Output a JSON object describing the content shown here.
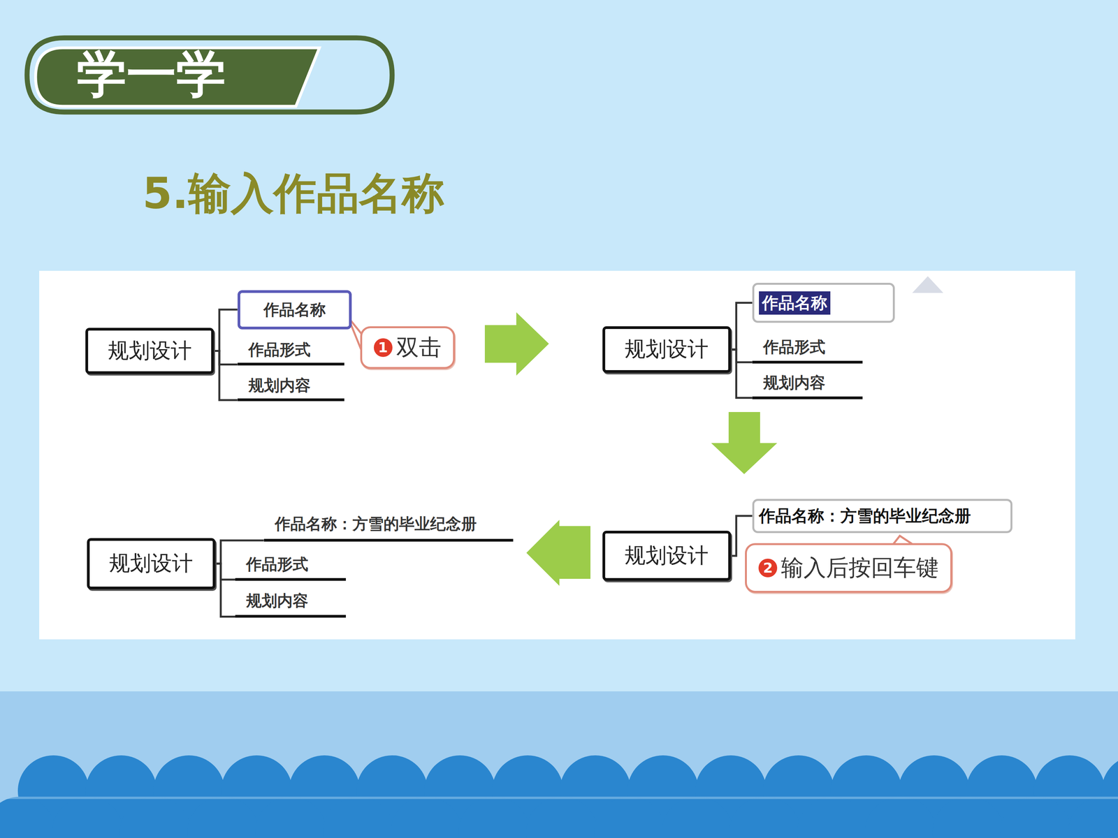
{
  "diagram": {
    "title": "5.输入作品名称",
    "nodes": [
      {
        "text": [
          "学一学"
        ]
      },
      {
        "text": [
          "规划设计"
        ]
      },
      {
        "text": [
          "作品名称"
        ]
      },
      {
        "text": [
          "作品形式"
        ]
      },
      {
        "text": [
          "规划内容"
        ]
      },
      {
        "text": [
          "1",
          "双击"
        ]
      },
      {
        "text": [
          "规划设计"
        ]
      },
      {
        "text": [
          "作品名称"
        ]
      },
      {
        "text": [
          "作品形式"
        ]
      },
      {
        "text": [
          "规划内容"
        ]
      },
      {
        "text": [
          "规划设计"
        ]
      },
      {
        "text": [
          "作品名称：方雪的毕业纪念册"
        ]
      },
      {
        "text": [
          "2",
          "输入后按回车键"
        ]
      },
      {
        "text": [
          "规划设计"
        ]
      },
      {
        "text": [
          "作品名称：方雪的毕业纪念册"
        ]
      },
      {
        "text": [
          "作品形式"
        ]
      },
      {
        "text": [
          "规划内容"
        ]
      }
    ],
    "edges": [
      {
        "from": 1,
        "to": 2,
        "arrow": "none"
      },
      {
        "from": 1,
        "to": 3,
        "arrow": "none"
      },
      {
        "from": 1,
        "to": 4,
        "arrow": "none"
      },
      {
        "from": 6,
        "to": 7,
        "arrow": "none"
      },
      {
        "from": 6,
        "to": 8,
        "arrow": "none"
      },
      {
        "from": 6,
        "to": 9,
        "arrow": "none"
      },
      {
        "from": 10,
        "to": 11,
        "arrow": "none"
      },
      {
        "from": 13,
        "to": 14,
        "arrow": "none"
      },
      {
        "from": 13,
        "to": 15,
        "arrow": "none"
      },
      {
        "from": 13,
        "to": 16,
        "arrow": "none"
      }
    ]
  }
}
